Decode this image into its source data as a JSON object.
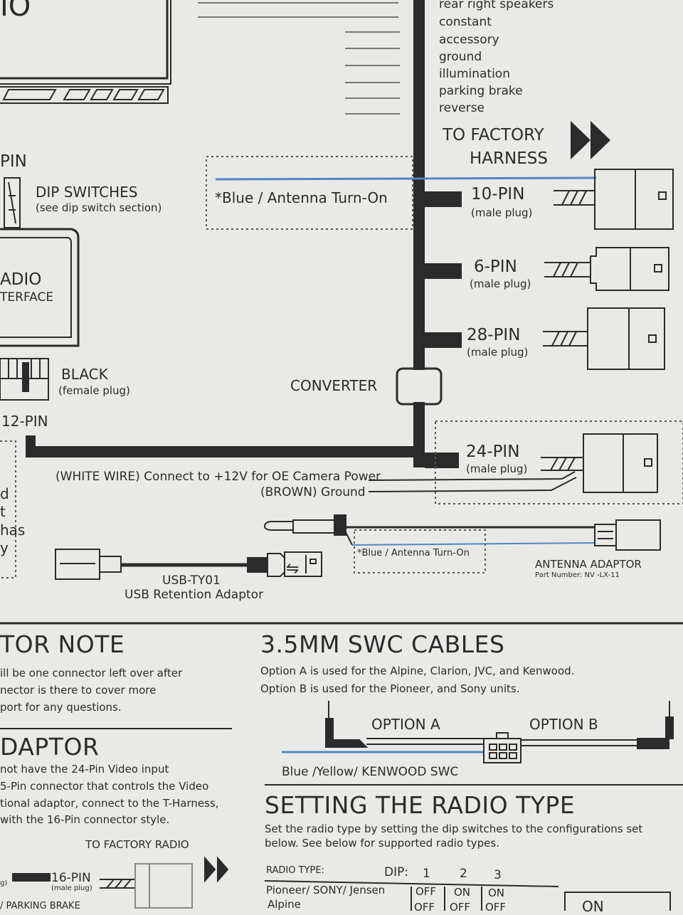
{
  "top_wire_labels": [
    "rear right speakers",
    "constant",
    "accessory",
    "ground",
    "illumination",
    "parking brake",
    "reverse"
  ],
  "to_factory_harness": [
    "TO FACTORY",
    "HARNESS"
  ],
  "connectors": [
    {
      "pins": "10-PIN",
      "type": "(male plug)"
    },
    {
      "pins": "6-PIN",
      "type": "(male plug)"
    },
    {
      "pins": "28-PIN",
      "type": "(male plug)"
    },
    {
      "pins": "24-PIN",
      "type": "(male plug)"
    }
  ],
  "blue_antenna_label": "*Blue / Antenna Turn-On",
  "blue_antenna_label_small": "*Blue / Antenna Turn-On",
  "pin_fragment": "PIN",
  "dip_switches": {
    "title": "DIP SWITCHES",
    "subtitle": "(see dip switch section)"
  },
  "radio_interface": [
    "ADIO",
    "TERFACE"
  ],
  "black_plug": {
    "title": "BLACK",
    "subtitle": "(female plug)"
  },
  "twelve_pin": "12-PIN",
  "converter": "CONVERTER",
  "white_wire": "(WHITE WIRE) Connect to +12V for OE Camera Power",
  "brown_wire": "(BROWN) Ground",
  "left_cut_text": [
    "d",
    "t",
    "has",
    "y"
  ],
  "usb": {
    "part": "USB-TY01",
    "name": "USB Retention Adaptor"
  },
  "antenna_adaptor": {
    "title": "ANTENNA ADAPTOR",
    "part": "Part Number: NV  -LX-11"
  },
  "connector_note": {
    "heading": "TOR NOTE",
    "lines": [
      "ill be one connector left over after",
      "nector is there to cover more",
      "port for any questions."
    ]
  },
  "adaptor_section": {
    "heading": "DAPTOR",
    "lines": [
      "not have the 24-Pin Video input",
      "5-Pin connector that controls the Video",
      "tional adaptor, connect to the T-Harness,",
      "with the 16-Pin connector style."
    ],
    "to_factory_radio": "TO FACTORY RADIO",
    "pin16": "16-PIN",
    "pin16_sub": "(male plug)",
    "cut_left": "g)",
    "bottom_cut": "/ PARKING BRAKE"
  },
  "swc": {
    "heading": "3.5MM SWC CABLES",
    "line1": "Option A is used for the Alpine, Clarion, JVC, and Kenwood.",
    "line2": "Option B is used for the Pioneer, and Sony units.",
    "option_a": "OPTION A",
    "option_b": "OPTION B",
    "cable_label": "Blue /Yellow/ KENWOOD SWC"
  },
  "radio_type": {
    "heading": "SETTING THE RADIO TYPE",
    "line1": "Set the radio type by setting the dip switches to the configurations set",
    "line2": "below. See below for supported radio types.",
    "col_type": "RADIO TYPE:",
    "col_dip": "DIP:",
    "dip_nums": [
      "1",
      "2",
      "3"
    ],
    "rows": [
      {
        "name": "Pioneer/ SONY/ Jensen",
        "vals": [
          "OFF",
          "ON",
          "ON"
        ]
      },
      {
        "name": "Alpine",
        "vals": [
          "OFF",
          "OFF",
          "OFF"
        ]
      }
    ],
    "on_box": "ON"
  },
  "colors": {
    "paper": "#e9eae6",
    "ink": "#2b2b2b",
    "blue_wire": "#4f86c6"
  }
}
